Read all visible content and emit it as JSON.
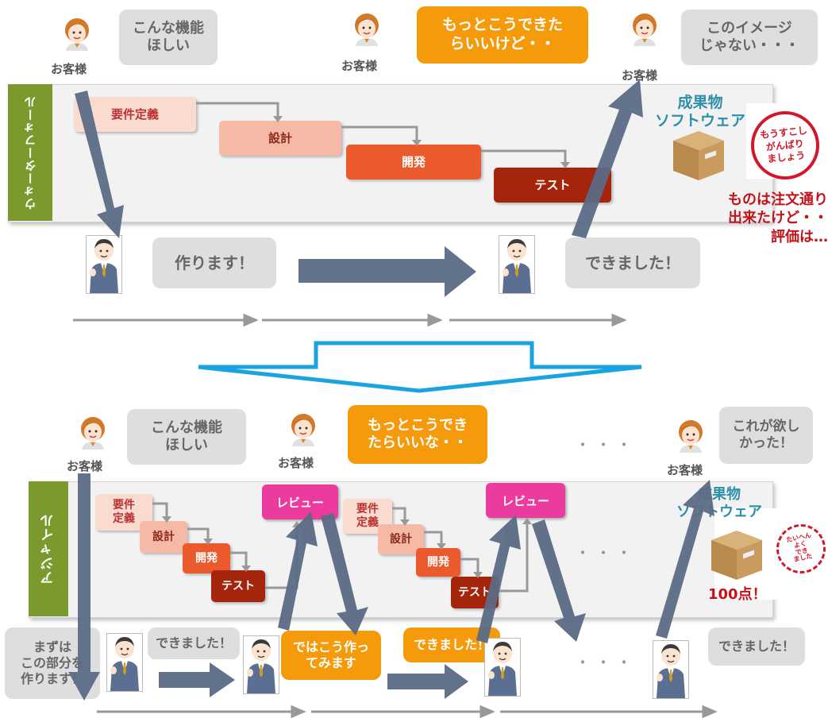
{
  "customer_label": "お客様",
  "waterfall": {
    "side_label": "ウォーターフォール",
    "bubble_request": "こんな機能\nほしい",
    "bubble_hope": "もっとこうできた\nらいいけど・・",
    "bubble_not_image": "このイメージ\nじゃない・・・",
    "steps": [
      "要件定義",
      "設計",
      "開発",
      "テスト"
    ],
    "bubble_make": "作ります！",
    "bubble_done": "できました！",
    "deliverable": "成果物\nソフトウェア",
    "stamp_text": "もうすこし\nがんばり\nましょう",
    "evaluation": "ものは注文通り\n出来たけど・・\n評価は…"
  },
  "agile": {
    "side_label": "アジャイル",
    "bubble_request": "こんな機能\nほしい",
    "bubble_hope": "もっとこうでき\nたらいいな・・",
    "bubble_wanted": "これが欲し\nかった！",
    "dots": "・・・",
    "cycle1_steps": [
      "要件\n定義",
      "設計",
      "開発",
      "テスト"
    ],
    "cycle2_steps": [
      "要件\n定義",
      "設計",
      "開発",
      "テスト"
    ],
    "review": "レビュー",
    "deliverable": "成果物\nソフトウェア",
    "stamp_text": "たいへん\nよく\nでき\nました",
    "score": "100点！",
    "bubble_first": "まずは\nこの部分を\n作ります！",
    "bubble_done": "できました！",
    "bubble_try": "ではこう作っ\nてみます"
  },
  "colors": {
    "arrow": "#5b6b85",
    "waterfall_side": "#7a9a2e",
    "agile_side": "#7a9a2e",
    "review": "#ec3b9e",
    "orange": "#f59a0a",
    "transition": "#19a4df"
  }
}
